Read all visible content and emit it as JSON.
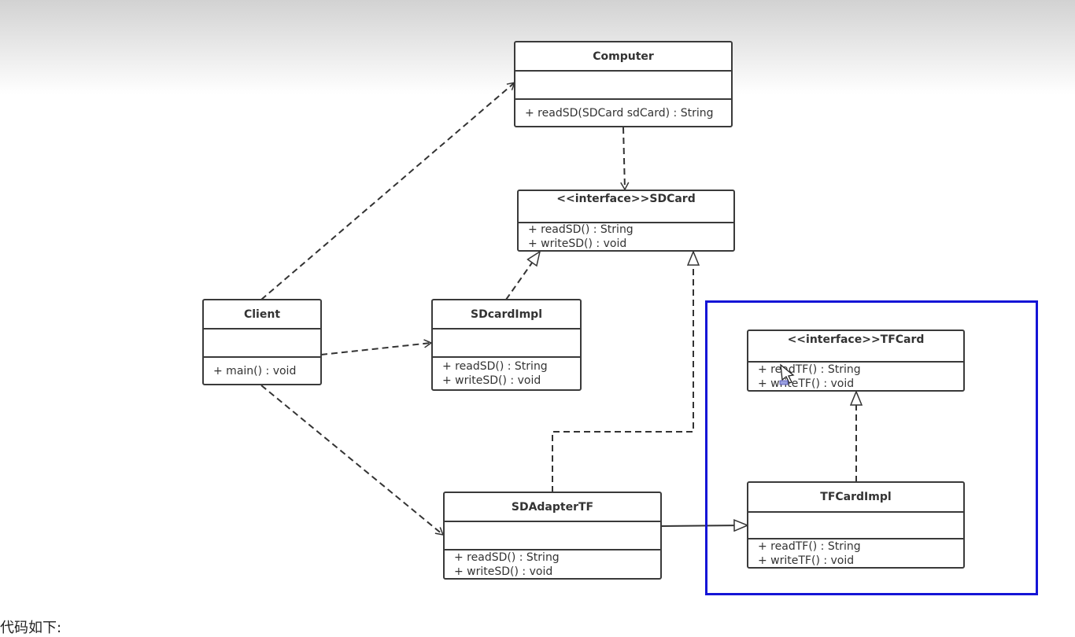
{
  "diagram": {
    "classes": {
      "computer": {
        "name": "Computer",
        "operations": [
          "+ readSD(SDCard sdCard) : String"
        ]
      },
      "sdcard": {
        "name": "<<interface>>SDCard",
        "operations": [
          "+ readSD() : String",
          "+ writeSD() : void"
        ]
      },
      "client": {
        "name": "Client",
        "operations": [
          "+ main() : void"
        ]
      },
      "sdcardimpl": {
        "name": "SDcardImpl",
        "operations": [
          "+ readSD() : String",
          "+ writeSD() : void"
        ]
      },
      "tfcard": {
        "name": "<<interface>>TFCard",
        "operations": [
          "+ readTF() : String",
          "+ writeTF() : void"
        ]
      },
      "tfcardimpl": {
        "name": "TFCardImpl",
        "operations": [
          "+ readTF() : String",
          "+ writeTF() : void"
        ]
      },
      "sdadaptertf": {
        "name": "SDAdapterTF",
        "operations": [
          "+ readSD() : String",
          "+ writeSD() : void"
        ]
      }
    },
    "highlight_color": "#1414d6"
  },
  "footer": {
    "text": "代码如下:"
  }
}
